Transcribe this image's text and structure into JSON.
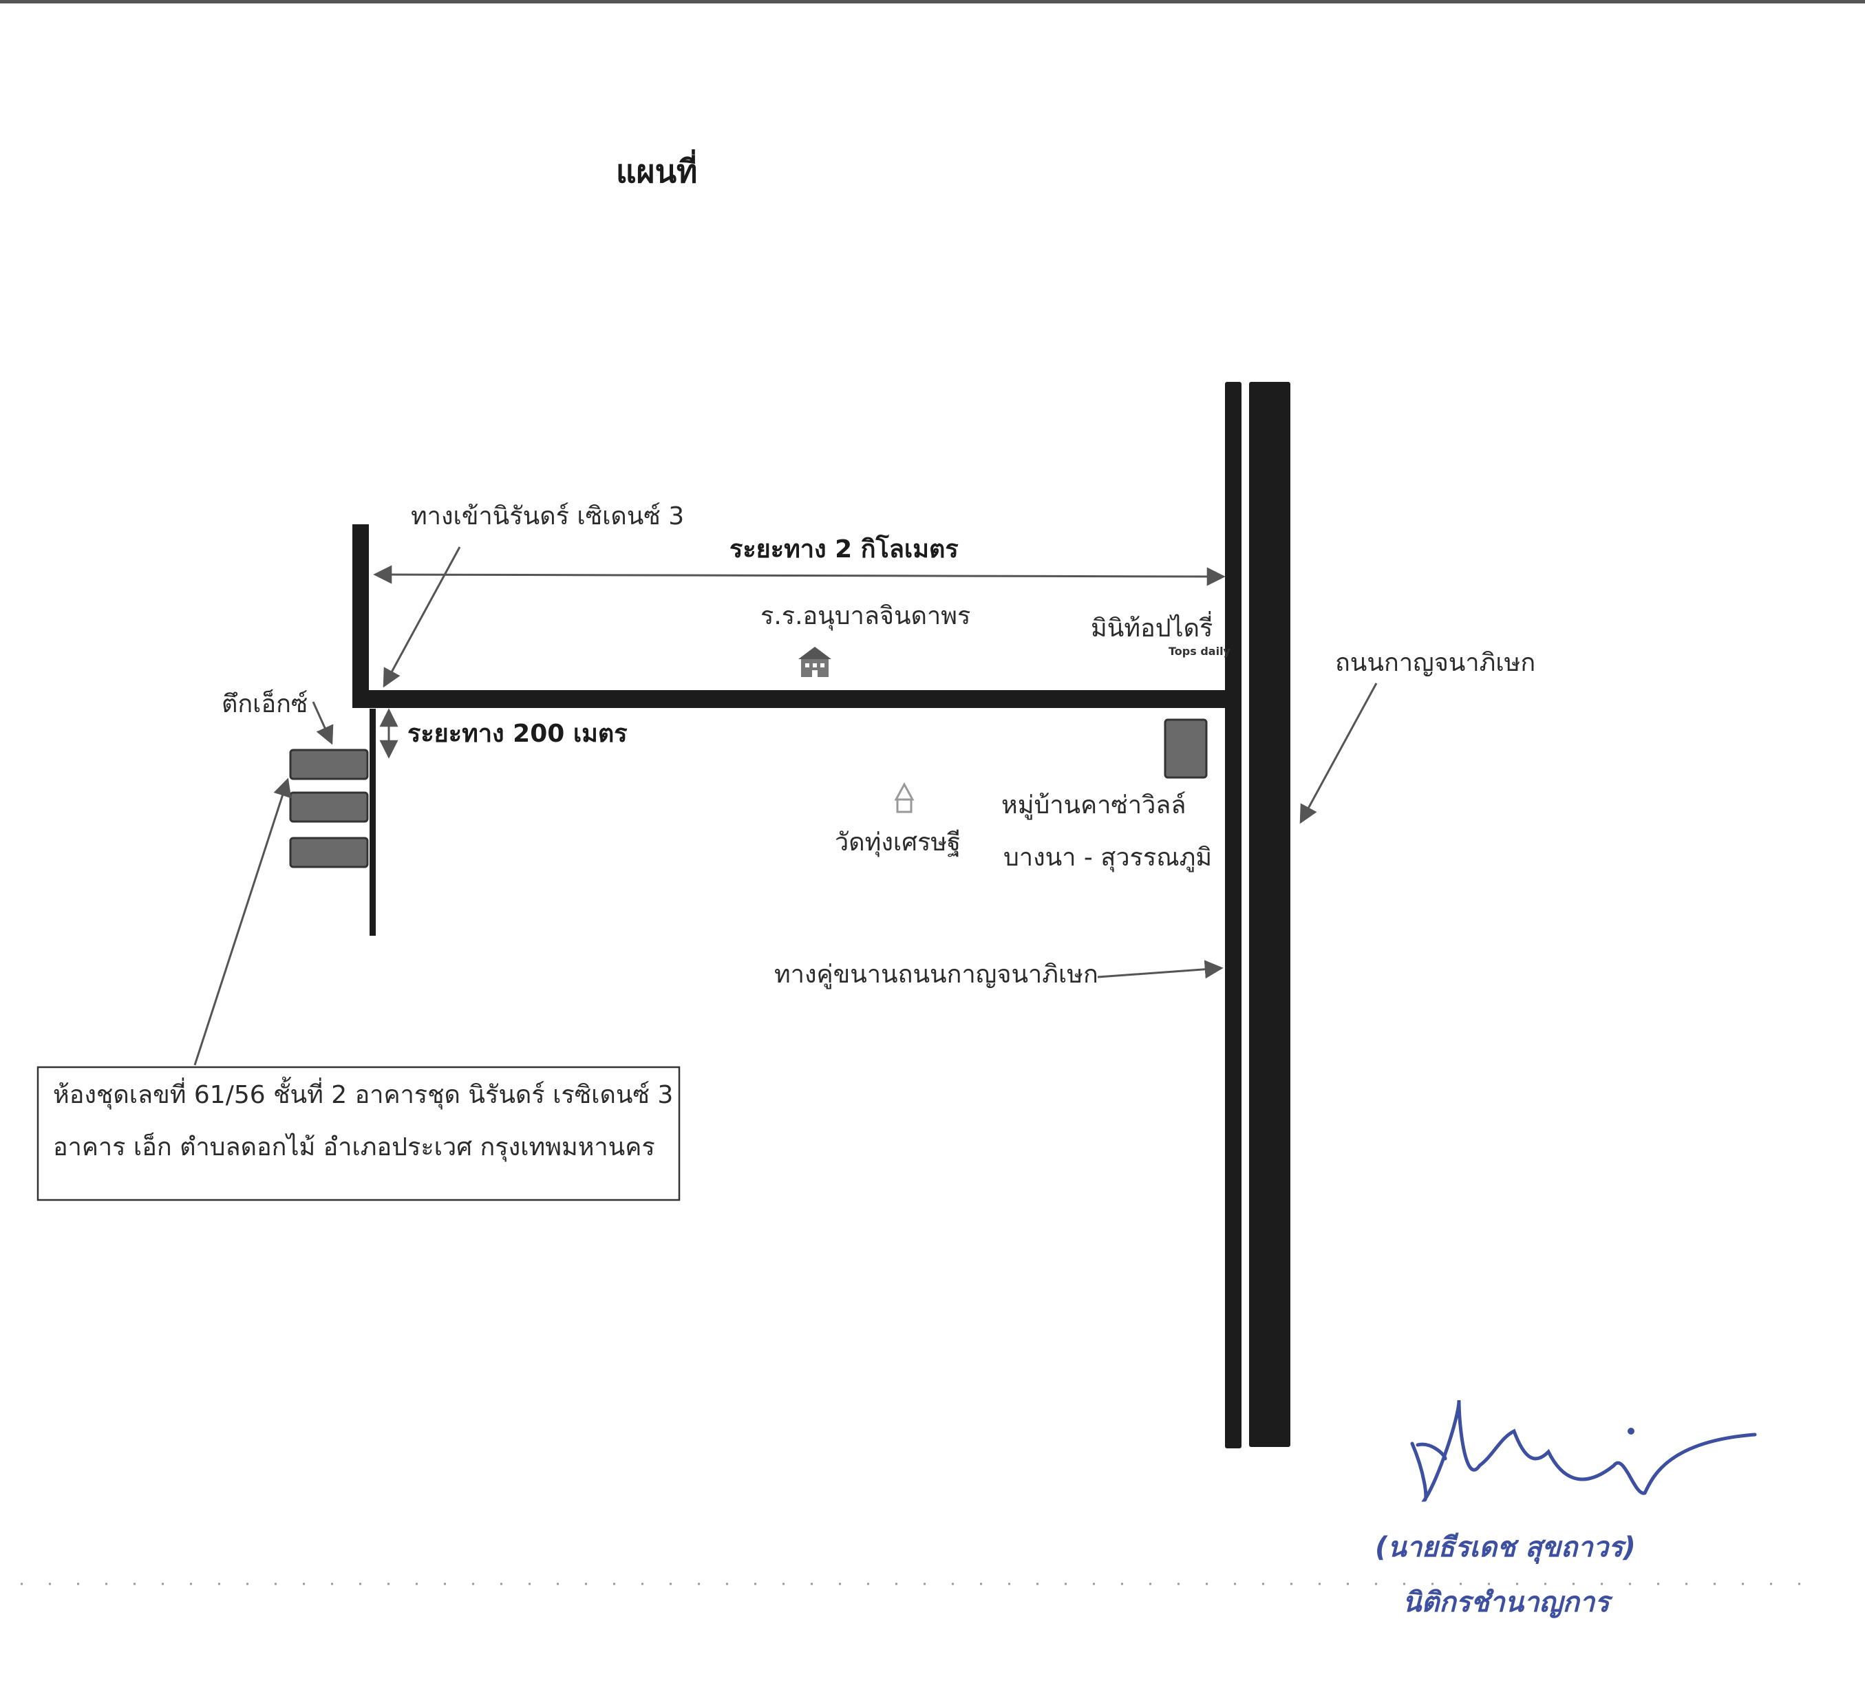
{
  "title": "แผนที่",
  "colors": {
    "road": "#1c1c1c",
    "building_fill": "#6a6a6a",
    "arrow": "#555555",
    "signature": "#3d4fa0"
  },
  "labels": {
    "entrance": "ทางเข้านิรันดร์ เซิเดนซ์ 3",
    "distance_main": "ระยะทาง 2 กิโลเมตร",
    "school": "ร.ร.อนุบาลจินดาพร",
    "minimart": "มินิท้อปไดรี่",
    "tops_logo": "Tops daily",
    "main_road": "ถนนกาญจนาภิเษก",
    "building_x": "ตึกเอ็กซ์",
    "distance_short": "ระยะทาง 200 เมตร",
    "village_line1": "หมู่บ้านคาซ่าวิลล์",
    "village_line2": "บางนา - สุวรรณภูมิ",
    "temple": "วัดทุ่งเศรษฐี",
    "frontage_road": "ทางคู่ขนานถนนกาญจนาภิเษก"
  },
  "address_box": {
    "line1": "ห้องชุดเลขที่ 61/56 ชั้นที่ 2 อาคารชุด นิรันดร์ เรซิเดนซ์ 3",
    "line2": "อาคาร เอ็ก ตำบลดอกไม้ อำเภอประเวศ กรุงเทพมหานคร"
  },
  "signature": {
    "name": "(นายธีรเดช สุขถาวร)",
    "position": "นิติกรชำนาญการ"
  },
  "icons": [
    "school-icon",
    "temple-icon",
    "tops-daily-logo",
    "building-icon",
    "signature-scribble"
  ]
}
